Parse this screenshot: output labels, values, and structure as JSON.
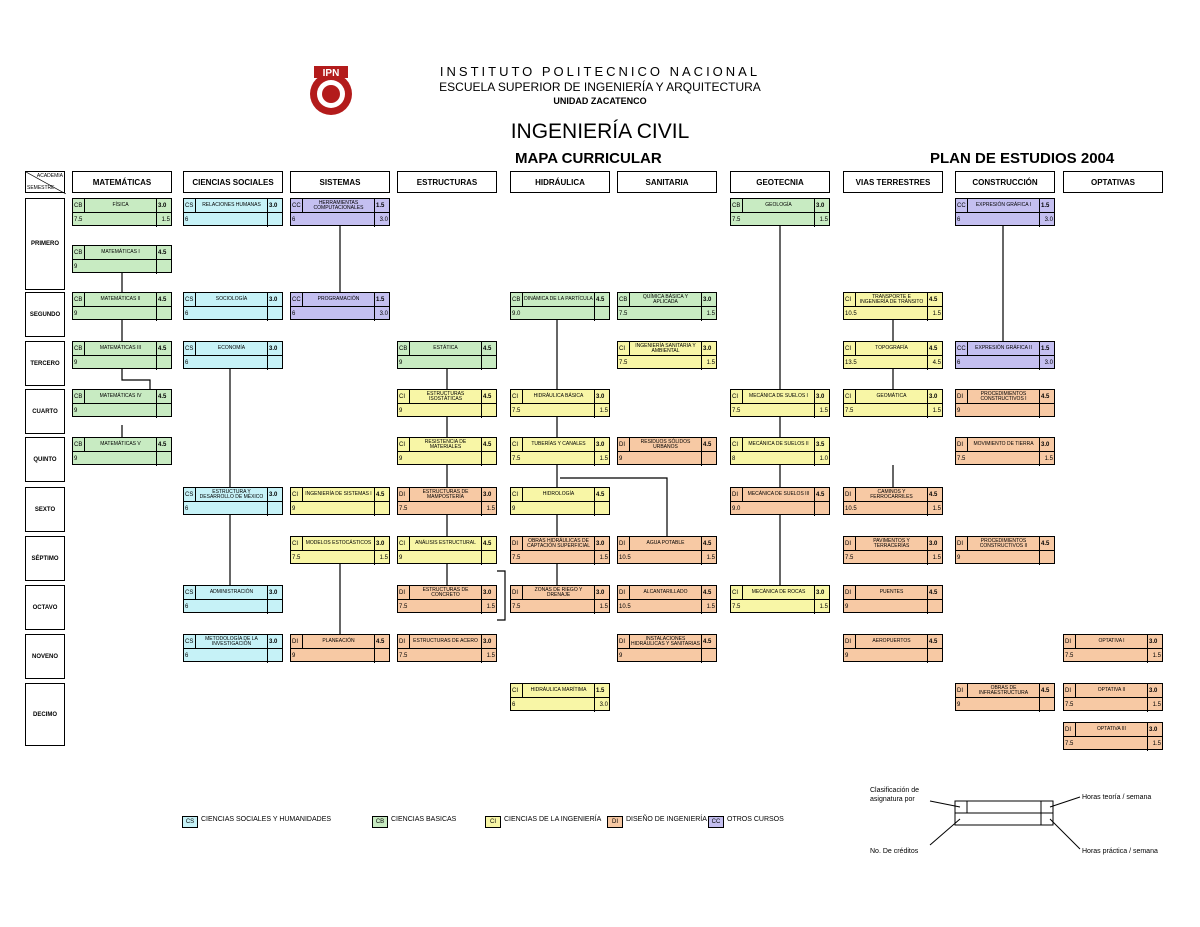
{
  "header": {
    "institute": "INSTITUTO POLITECNICO NACIONAL",
    "school": "ESCUELA SUPERIOR DE INGENIERÍA Y ARQUITECTURA",
    "unit": "UNIDAD ZACATENCO",
    "career": "INGENIERÍA CIVIL",
    "map_title": "MAPA CURRICULAR",
    "plan": "PLAN DE ESTUDIOS 2004"
  },
  "axis": {
    "academia": "ACADEMIA",
    "semestre": "SEMESTRE"
  },
  "columns": [
    "MATEMÁTICAS",
    "CIENCIAS SOCIALES",
    "SISTEMAS",
    "ESTRUCTURAS",
    "HIDRÁULICA",
    "SANITARIA",
    "GEOTECNIA",
    "VIAS TERRESTRES",
    "CONSTRUCCIÓN",
    "OPTATIVAS"
  ],
  "semesters": [
    "PRIMERO",
    "SEGUNDO",
    "TERCERO",
    "CUARTO",
    "QUINTO",
    "SEXTO",
    "SÉPTIMO",
    "OCTAVO",
    "NOVENO",
    "DECIMO"
  ],
  "courses": [
    {
      "type": "CB",
      "name": "FÍSICA",
      "ht": "3.0",
      "cr": "7.5",
      "hp": "1.5",
      "col": 0,
      "row": 0,
      "color": "cb"
    },
    {
      "type": "CB",
      "name": "MATEMÁTICAS I",
      "ht": "4.5",
      "cr": "9",
      "hp": "",
      "col": 0,
      "row": 1,
      "color": "cb"
    },
    {
      "type": "CB",
      "name": "MATEMÁTICAS II",
      "ht": "4.5",
      "cr": "9",
      "hp": "",
      "col": 0,
      "row": 2,
      "color": "cb"
    },
    {
      "type": "CB",
      "name": "MATEMÁTICAS III",
      "ht": "4.5",
      "cr": "9",
      "hp": "",
      "col": 0,
      "row": 3,
      "color": "cb"
    },
    {
      "type": "CB",
      "name": "MATEMÁTICAS IV",
      "ht": "4.5",
      "cr": "9",
      "hp": "",
      "col": 0,
      "row": 4,
      "color": "cb"
    },
    {
      "type": "CB",
      "name": "MATEMÁTICAS V",
      "ht": "4.5",
      "cr": "9",
      "hp": "",
      "col": 0,
      "row": 5,
      "color": "cb"
    },
    {
      "type": "CS",
      "name": "RELACIONES HUMANAS",
      "ht": "3.0",
      "cr": "6",
      "hp": "",
      "col": 1,
      "row": 0,
      "color": "cs"
    },
    {
      "type": "CS",
      "name": "SOCIOLOGÍA",
      "ht": "3.0",
      "cr": "6",
      "hp": "",
      "col": 1,
      "row": 2,
      "color": "cs"
    },
    {
      "type": "CS",
      "name": "ECONOMÍA",
      "ht": "3.0",
      "cr": "6",
      "hp": "",
      "col": 1,
      "row": 3,
      "color": "cs"
    },
    {
      "type": "CS",
      "name": "ESTRUCTURA Y DESARROLLO DE MÉXICO",
      "ht": "3.0",
      "cr": "6",
      "hp": "",
      "col": 1,
      "row": 6,
      "color": "cs"
    },
    {
      "type": "CS",
      "name": "ADMINISTRACIÓN",
      "ht": "3.0",
      "cr": "6",
      "hp": "",
      "col": 1,
      "row": 8,
      "color": "cs"
    },
    {
      "type": "CS",
      "name": "METODOLOGÍA DE LA INVESTIGACIÓN",
      "ht": "3.0",
      "cr": "6",
      "hp": "",
      "col": 1,
      "row": 9,
      "color": "cs"
    },
    {
      "type": "CC",
      "name": "HERRAMIENTAS COMPUTACIONALES",
      "ht": "1.5",
      "cr": "6",
      "hp": "3.0",
      "col": 2,
      "row": 0,
      "color": "cc"
    },
    {
      "type": "CC",
      "name": "PROGRAMACIÓN",
      "ht": "1.5",
      "cr": "6",
      "hp": "3.0",
      "col": 2,
      "row": 2,
      "color": "cc"
    },
    {
      "type": "CI",
      "name": "INGENIERÍA DE SISTEMAS I",
      "ht": "4.5",
      "cr": "9",
      "hp": "",
      "col": 2,
      "row": 6,
      "color": "ci"
    },
    {
      "type": "CI",
      "name": "MODELOS ESTOCÁSTICOS",
      "ht": "3.0",
      "cr": "7.5",
      "hp": "1.5",
      "col": 2,
      "row": 7,
      "color": "ci"
    },
    {
      "type": "DI",
      "name": "PLANEACIÓN",
      "ht": "4.5",
      "cr": "9",
      "hp": "",
      "col": 2,
      "row": 9,
      "color": "di"
    },
    {
      "type": "CB",
      "name": "ESTÁTICA",
      "ht": "4.5",
      "cr": "9",
      "hp": "",
      "col": 3,
      "row": 3,
      "color": "cb"
    },
    {
      "type": "CI",
      "name": "ESTRUCTURAS ISOSTÁTICAS",
      "ht": "4.5",
      "cr": "9",
      "hp": "",
      "col": 3,
      "row": 4,
      "color": "ci"
    },
    {
      "type": "CI",
      "name": "RESISTENCIA DE MATERIALES",
      "ht": "4.5",
      "cr": "9",
      "hp": "",
      "col": 3,
      "row": 5,
      "color": "ci"
    },
    {
      "type": "DI",
      "name": "ESTRUCTURAS DE MAMPOSTERÍA",
      "ht": "3.0",
      "cr": "7.5",
      "hp": "1.5",
      "col": 3,
      "row": 6,
      "color": "di"
    },
    {
      "type": "CI",
      "name": "ANÁLISIS ESTRUCTURAL",
      "ht": "4.5",
      "cr": "9",
      "hp": "",
      "col": 3,
      "row": 7,
      "color": "ci"
    },
    {
      "type": "DI",
      "name": "ESTRUCTURAS DE CONCRETO",
      "ht": "3.0",
      "cr": "7.5",
      "hp": "1.5",
      "col": 3,
      "row": 8,
      "color": "di"
    },
    {
      "type": "DI",
      "name": "ESTRUCTURAS DE ACERO",
      "ht": "3.0",
      "cr": "7.5",
      "hp": "1.5",
      "col": 3,
      "row": 9,
      "color": "di"
    },
    {
      "type": "CB",
      "name": "DINÁMICA DE LA PARTÍCULA",
      "ht": "4.5",
      "cr": "9.0",
      "hp": "",
      "col": 4,
      "row": 2,
      "color": "cb"
    },
    {
      "type": "CI",
      "name": "HIDRÁULICA BÁSICA",
      "ht": "3.0",
      "cr": "7.5",
      "hp": "1.5",
      "col": 4,
      "row": 4,
      "color": "ci"
    },
    {
      "type": "CI",
      "name": "TUBERÍAS Y CANALES",
      "ht": "3.0",
      "cr": "7.5",
      "hp": "1.5",
      "col": 4,
      "row": 5,
      "color": "ci"
    },
    {
      "type": "CI",
      "name": "HIDROLOGÍA",
      "ht": "4.5",
      "cr": "9",
      "hp": "",
      "col": 4,
      "row": 6,
      "color": "ci"
    },
    {
      "type": "DI",
      "name": "OBRAS HIDRÁULICAS DE CAPTACIÓN SUPERFICIAL",
      "ht": "3.0",
      "cr": "7.5",
      "hp": "1.5",
      "col": 4,
      "row": 7,
      "color": "di"
    },
    {
      "type": "DI",
      "name": "ZONAS DE RIEGO Y DRENAJE",
      "ht": "3.0",
      "cr": "7.5",
      "hp": "1.5",
      "col": 4,
      "row": 8,
      "color": "di"
    },
    {
      "type": "CI",
      "name": "HIDRÁULICA MARÍTIMA",
      "ht": "1.5",
      "cr": "6",
      "hp": "3.0",
      "col": 4,
      "row": 10,
      "color": "ci"
    },
    {
      "type": "CB",
      "name": "QUÍMICA BÁSICA Y APLICADA",
      "ht": "3.0",
      "cr": "7.5",
      "hp": "1.5",
      "col": 5,
      "row": 2,
      "color": "cb"
    },
    {
      "type": "CI",
      "name": "INGENIERÍA SANITARIA Y AMBIENTAL",
      "ht": "3.0",
      "cr": "7.5",
      "hp": "1.5",
      "col": 5,
      "row": 3,
      "color": "ci"
    },
    {
      "type": "DI",
      "name": "RESIDUOS SÓLIDOS URBANOS",
      "ht": "4.5",
      "cr": "9",
      "hp": "",
      "col": 5,
      "row": 5,
      "color": "di"
    },
    {
      "type": "DI",
      "name": "AGUA POTABLE",
      "ht": "4.5",
      "cr": "10.5",
      "hp": "1.5",
      "col": 5,
      "row": 7,
      "color": "di"
    },
    {
      "type": "DI",
      "name": "ALCANTARILLADO",
      "ht": "4.5",
      "cr": "10.5",
      "hp": "1.5",
      "col": 5,
      "row": 8,
      "color": "di"
    },
    {
      "type": "DI",
      "name": "INSTALACIONES HIDRÁULICAS Y SANITARIAS",
      "ht": "4.5",
      "cr": "9",
      "hp": "",
      "col": 5,
      "row": 9,
      "color": "di"
    },
    {
      "type": "CB",
      "name": "GEOLOGÍA",
      "ht": "3.0",
      "cr": "7.5",
      "hp": "1.5",
      "col": 6,
      "row": 0,
      "color": "cb"
    },
    {
      "type": "CI",
      "name": "MECÁNICA DE SUELOS I",
      "ht": "3.0",
      "cr": "7.5",
      "hp": "1.5",
      "col": 6,
      "row": 4,
      "color": "ci"
    },
    {
      "type": "CI",
      "name": "MECÁNICA DE SUELOS II",
      "ht": "3.5",
      "cr": "8",
      "hp": "1.0",
      "col": 6,
      "row": 5,
      "color": "ci"
    },
    {
      "type": "DI",
      "name": "MECÁNICA DE SUELOS III",
      "ht": "4.5",
      "cr": "9.0",
      "hp": "",
      "col": 6,
      "row": 6,
      "color": "di"
    },
    {
      "type": "CI",
      "name": "MECÁNICA DE ROCAS",
      "ht": "3.0",
      "cr": "7.5",
      "hp": "1.5",
      "col": 6,
      "row": 8,
      "color": "ci"
    },
    {
      "type": "CI",
      "name": "TRANSPORTE E INGENIERÍA DE TRÁNSITO",
      "ht": "4.5",
      "cr": "10.5",
      "hp": "1.5",
      "col": 7,
      "row": 2,
      "color": "ci"
    },
    {
      "type": "CI",
      "name": "TOPOGRAFÍA",
      "ht": "4.5",
      "cr": "13.5",
      "hp": "4.5",
      "col": 7,
      "row": 3,
      "color": "ci"
    },
    {
      "type": "CI",
      "name": "GEOMÁTICA",
      "ht": "3.0",
      "cr": "7.5",
      "hp": "1.5",
      "col": 7,
      "row": 4,
      "color": "ci"
    },
    {
      "type": "DI",
      "name": "CAMINOS Y FERROCARRILES",
      "ht": "4.5",
      "cr": "10.5",
      "hp": "1.5",
      "col": 7,
      "row": 6,
      "color": "di"
    },
    {
      "type": "DI",
      "name": "PAVIMENTOS Y TERRACERÍAS",
      "ht": "3.0",
      "cr": "7.5",
      "hp": "1.5",
      "col": 7,
      "row": 7,
      "color": "di"
    },
    {
      "type": "DI",
      "name": "PUENTES",
      "ht": "4.5",
      "cr": "9",
      "hp": "",
      "col": 7,
      "row": 8,
      "color": "di"
    },
    {
      "type": "DI",
      "name": "AEROPUERTOS",
      "ht": "4.5",
      "cr": "9",
      "hp": "",
      "col": 7,
      "row": 9,
      "color": "di"
    },
    {
      "type": "CC",
      "name": "EXPRESIÓN GRÁFICA I",
      "ht": "1.5",
      "cr": "6",
      "hp": "3.0",
      "col": 8,
      "row": 0,
      "color": "cc"
    },
    {
      "type": "CC",
      "name": "EXPRESIÓN GRÁFICA II",
      "ht": "1.5",
      "cr": "6",
      "hp": "3.0",
      "col": 8,
      "row": 3,
      "color": "cc"
    },
    {
      "type": "DI",
      "name": "PROCEDIMIENTOS CONSTRUCTIVOS I",
      "ht": "4.5",
      "cr": "9",
      "hp": "",
      "col": 8,
      "row": 4,
      "color": "di"
    },
    {
      "type": "DI",
      "name": "MOVIMIENTO DE TIERRA",
      "ht": "3.0",
      "cr": "7.5",
      "hp": "1.5",
      "col": 8,
      "row": 5,
      "color": "di"
    },
    {
      "type": "DI",
      "name": "PROCEDIMIENTOS CONSTRUCTIVOS II",
      "ht": "4.5",
      "cr": "9",
      "hp": "",
      "col": 8,
      "row": 7,
      "color": "di"
    },
    {
      "type": "DI",
      "name": "OBRAS DE INFRAESTRUCTURA",
      "ht": "4.5",
      "cr": "9",
      "hp": "",
      "col": 8,
      "row": 10,
      "color": "di"
    },
    {
      "type": "DI",
      "name": "OPTATIVA I",
      "ht": "3.0",
      "cr": "7.5",
      "hp": "1.5",
      "col": 9,
      "row": 9,
      "color": "di"
    },
    {
      "type": "DI",
      "name": "OPTATIVA II",
      "ht": "3.0",
      "cr": "7.5",
      "hp": "1.5",
      "col": 9,
      "row": 10,
      "color": "di"
    },
    {
      "type": "DI",
      "name": "OPTATIVA III",
      "ht": "3.0",
      "cr": "7.5",
      "hp": "1.5",
      "col": 9,
      "row": 11,
      "color": "di"
    }
  ],
  "legend": [
    {
      "code": "CS",
      "label": "CIENCIAS SOCIALES Y HUMANIDADES",
      "color": "#c6f2f7"
    },
    {
      "code": "CB",
      "label": "CIENCIAS BASICAS",
      "color": "#c8ebc2"
    },
    {
      "code": "CI",
      "label": "CIENCIAS DE LA INGENIERÍA",
      "color": "#f8f6a6"
    },
    {
      "code": "DI",
      "label": "DISEÑO DE INGENIERÍA",
      "color": "#f7c9a4"
    },
    {
      "code": "CC",
      "label": "OTROS CURSOS",
      "color": "#c4bff0"
    }
  ],
  "key": {
    "classification": "Clasificación de asignatura por",
    "credits": "No. De créditos",
    "theory": "Horas teoría / semana",
    "practice": "Horas práctica / semana"
  }
}
